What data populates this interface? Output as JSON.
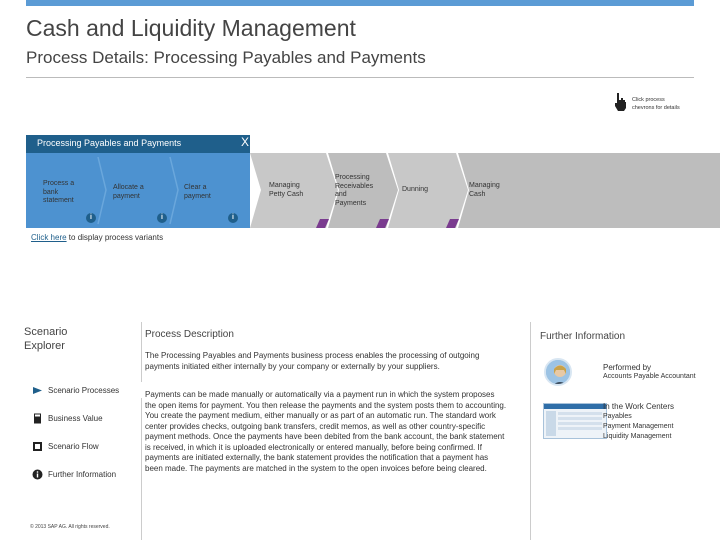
{
  "header": {
    "title": "Cash and Liquidity Management",
    "subtitle": "Process Details: Processing Payables and Payments"
  },
  "hint": {
    "text_line1": "Click process",
    "text_line2": "chevrons for details"
  },
  "process_panel": {
    "title": "Processing Payables and Payments",
    "close_label": "X",
    "steps": [
      {
        "lines": [
          "Process a",
          "bank",
          "statement"
        ],
        "info": "i"
      },
      {
        "lines": [
          "Allocate a",
          "payment"
        ],
        "info": "i"
      },
      {
        "lines": [
          "Clear a",
          "payment"
        ],
        "info": "i"
      }
    ]
  },
  "chevrons": [
    {
      "lines": [
        "Managing",
        "Petty Cash"
      ]
    },
    {
      "lines": [
        "Processing",
        "Receivables",
        "and",
        "Payments"
      ]
    },
    {
      "lines": [
        "Dunning"
      ]
    },
    {
      "lines": [
        "Managing",
        "Cash"
      ]
    }
  ],
  "variants": {
    "link_text": "Click here",
    "rest_text": " to display process variants"
  },
  "sidebar": {
    "title_line1": "Scenario",
    "title_line2": "Explorer",
    "items": [
      {
        "label": "Scenario Processes",
        "icon": "arrow-right-icon",
        "active": true
      },
      {
        "label": "Business Value",
        "icon": "calculator-icon",
        "active": false
      },
      {
        "label": "Scenario Flow",
        "icon": "flow-icon",
        "active": false
      },
      {
        "label": "Further Information",
        "icon": "info-icon",
        "active": false
      }
    ],
    "copyright": "© 2013 SAP AG. All rights reserved."
  },
  "description": {
    "heading": "Process Description",
    "paragraph1": "The Processing Payables and Payments business process enables the processing of outgoing payments initiated either internally by your company or externally by your suppliers.",
    "paragraph2": "Payments can be made manually or automatically via a payment run in which the system proposes the open items for payment. You then release the payments and the system posts them to accounting. You create the payment medium, either manually or as part of an automatic run. The standard work center provides checks, outgoing bank transfers, credit memos, as well as other country-specific payment methods. Once the payments have been debited from the bank account, the bank statement is received, in which it is uploaded electronically or entered manually, before being confirmed. If payments are initiated externally, the bank statement provides the notification that a payment has been made. The payments are matched in the system to the open invoices before being cleared."
  },
  "further": {
    "heading": "Further Information",
    "performed_by_label": "Performed by",
    "performed_by_value": "Accounts Payable Accountant",
    "work_centers_label": "In the Work Centers",
    "work_centers": [
      "Payables",
      "Payment Management",
      "Liquidity Management"
    ]
  },
  "colors": {
    "accent": "#5b9bd5",
    "panel_blue": "#4d92d0",
    "panel_dark": "#1f5f8b",
    "chevron_gray": "#c8c8c8",
    "chevron_notch": "#7a3b8f"
  }
}
